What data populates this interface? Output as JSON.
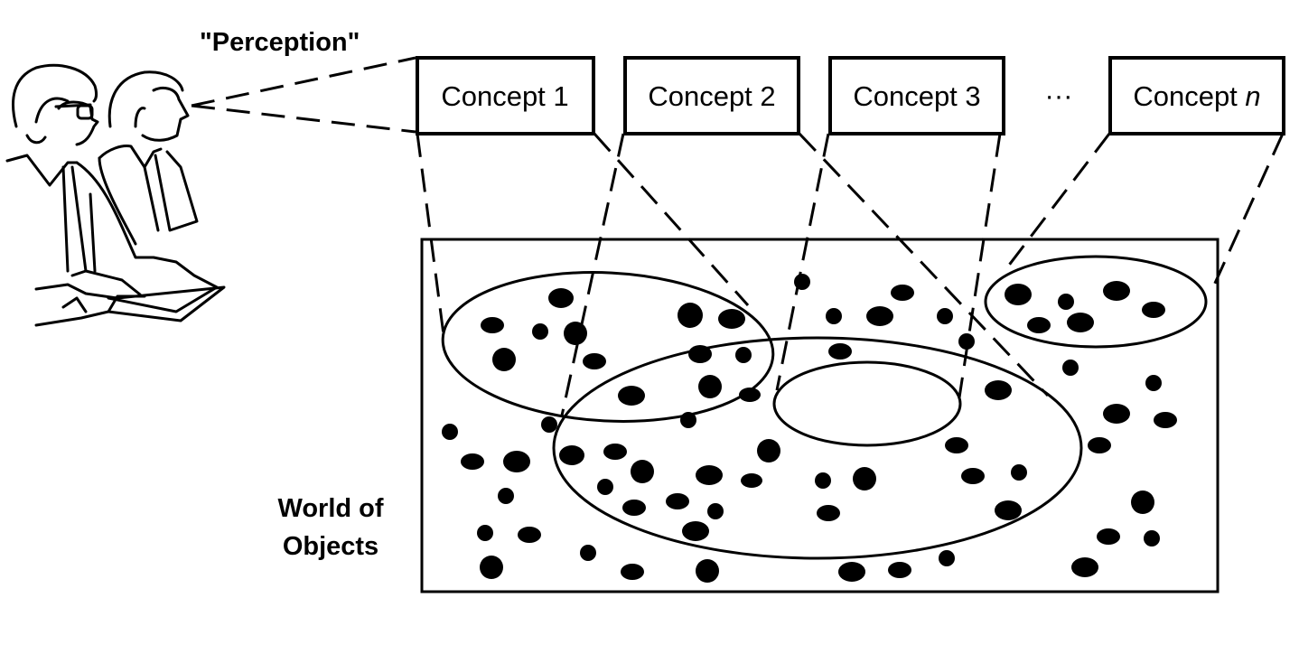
{
  "diagram": {
    "type": "concept-perception-diagram",
    "perception_label": "\"Perception\"",
    "observers": {
      "icon": "two-people-observing-icon",
      "count": 2
    },
    "concepts": [
      {
        "label": "Concept 1"
      },
      {
        "label": "Concept 2"
      },
      {
        "label": "Concept 3"
      },
      {
        "label": "Concept n",
        "prefix": "Concept ",
        "italic_suffix": "n"
      }
    ],
    "ellipsis": "···",
    "world_label_lines": [
      "World of",
      "Objects"
    ],
    "concept_regions": [
      {
        "concept": "Concept 1",
        "shape": "ellipse"
      },
      {
        "concept": "Concept 2",
        "shape": "ellipse"
      },
      {
        "concept": "Concept 3",
        "shape": "ellipse",
        "nested_in": "Concept 2"
      },
      {
        "concept": "Concept n",
        "shape": "ellipse"
      }
    ],
    "colors": {
      "ink": "#000000",
      "paper": "#ffffff"
    }
  }
}
